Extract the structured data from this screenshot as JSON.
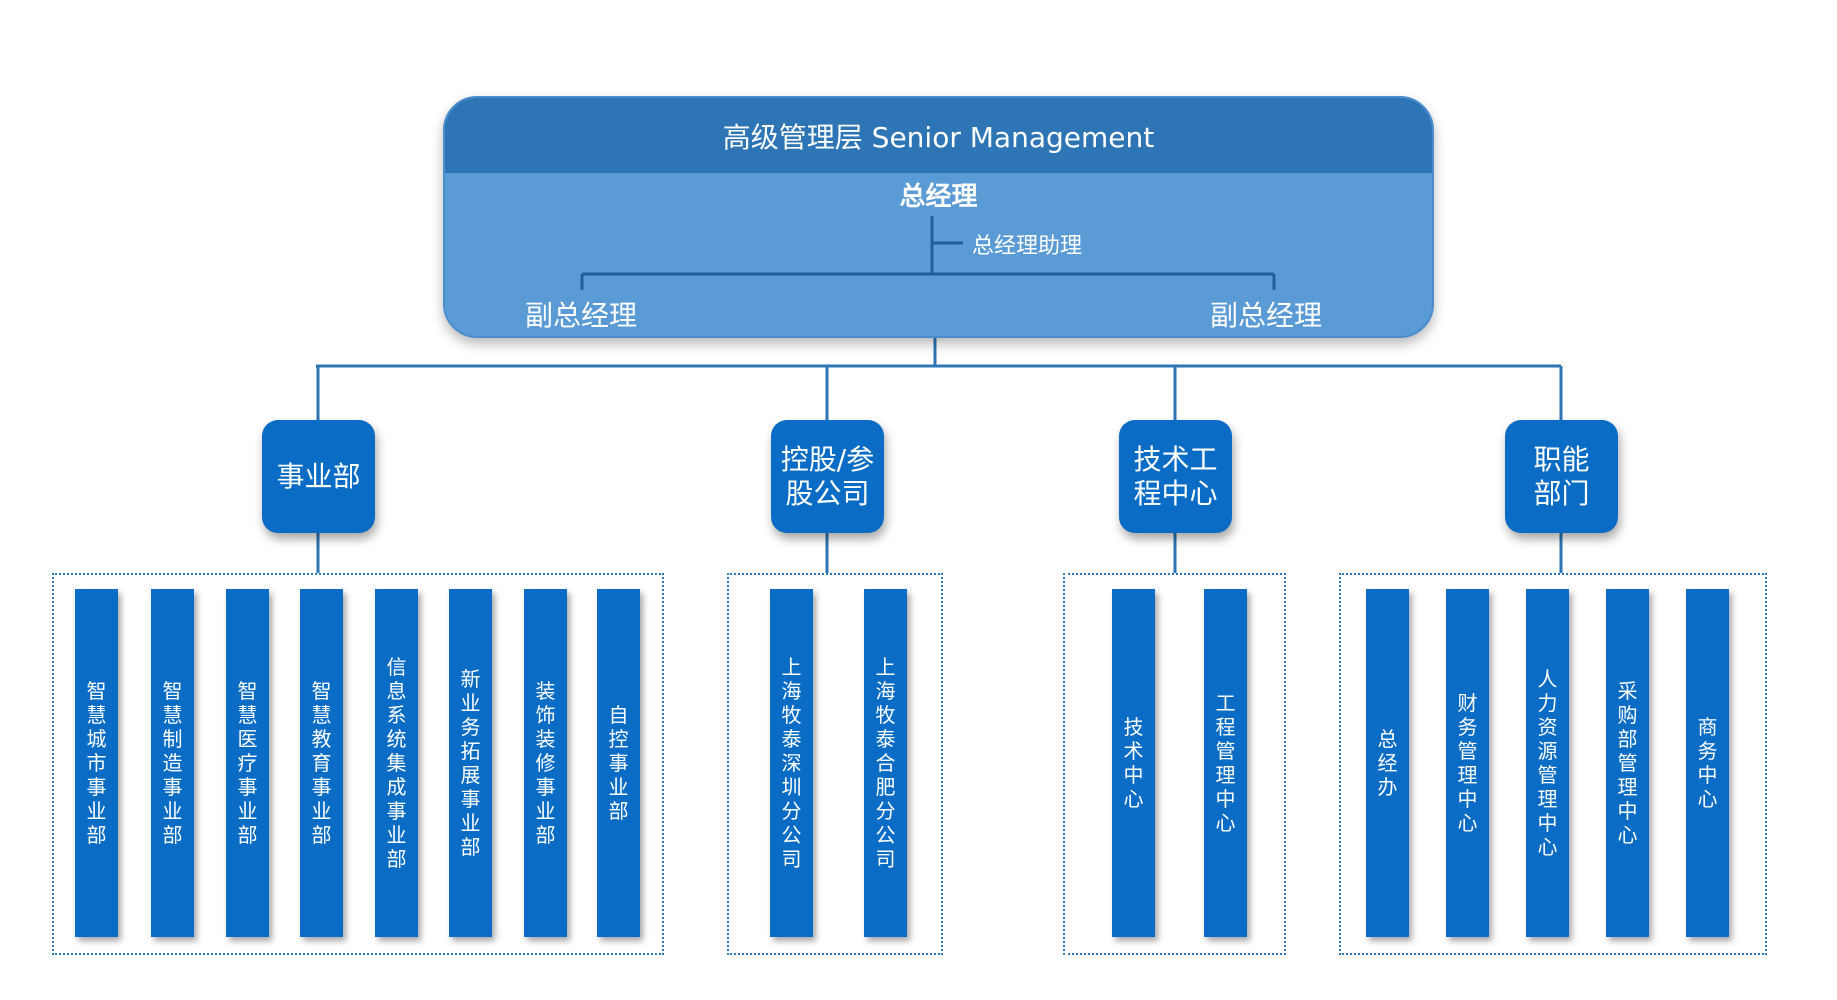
{
  "senior": {
    "title": "高级管理层 Senior Management",
    "general_manager": "总经理",
    "gm_assistant": "总经理助理",
    "deputy_left": "副总经理",
    "deputy_right": "副总经理"
  },
  "categories": [
    {
      "lines": [
        "事业部"
      ],
      "units": [
        "智慧城市事业部",
        "智慧制造事业部",
        "智慧医疗事业部",
        "智慧教育事业部",
        "信息系统集成事业部",
        "新业务拓展事业部",
        "装饰装修事业部",
        "自控事业部"
      ]
    },
    {
      "lines": [
        "控股/参",
        "股公司"
      ],
      "units": [
        "上海牧泰深圳分公司",
        "上海牧泰合肥分公司"
      ]
    },
    {
      "lines": [
        "技术工",
        "程中心"
      ],
      "units": [
        "技术中心",
        "工程管理中心"
      ]
    },
    {
      "lines": [
        "职能",
        "部门"
      ],
      "units": [
        "总经办",
        "财务管理中心",
        "人力资源管理中心",
        "采购部管理中心",
        "商务中心"
      ]
    }
  ],
  "colors": {
    "header_band": "#2e75b6",
    "senior_box": "#5b9bd5",
    "node_fill": "#0a6cc4",
    "connector": "#2e75b6"
  }
}
